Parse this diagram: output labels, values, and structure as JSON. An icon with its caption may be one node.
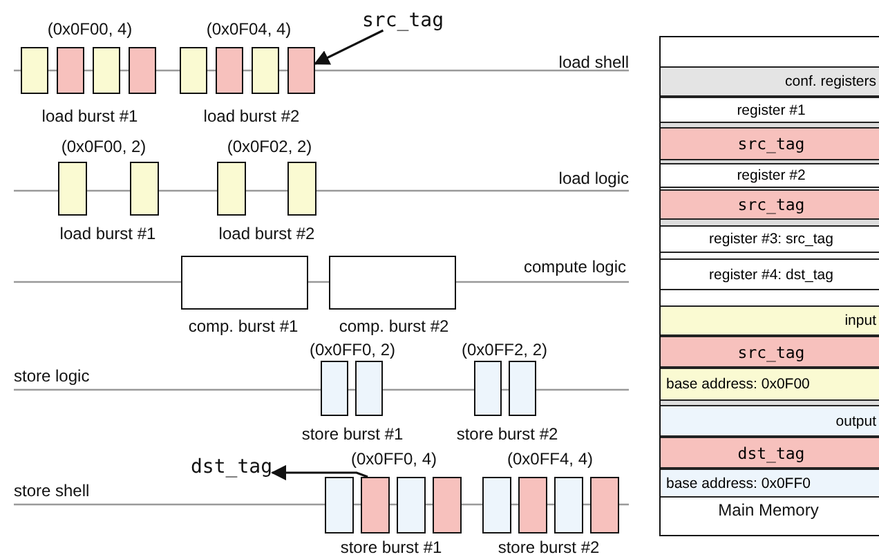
{
  "diagram": {
    "nodes": [
      {
        "text": [
          "src_tag"
        ]
      },
      {
        "text": [],
        "shape": "box"
      },
      {
        "text": [],
        "shape": "box"
      },
      {
        "text": [],
        "shape": "box"
      },
      {
        "text": [],
        "shape": "box"
      },
      {
        "text": [],
        "shape": "box"
      },
      {
        "text": [],
        "shape": "box"
      },
      {
        "text": [],
        "shape": "box"
      },
      {
        "text": [],
        "shape": "box"
      },
      {
        "text": [],
        "shape": "box"
      },
      {
        "text": [],
        "shape": "box"
      },
      {
        "text": [],
        "shape": "box"
      },
      {
        "text": [],
        "shape": "box"
      },
      {
        "text": [],
        "shape": "box"
      },
      {
        "text": [],
        "shape": "box"
      },
      {
        "text": [],
        "shape": "box"
      },
      {
        "text": [],
        "shape": "box"
      },
      {
        "text": [],
        "shape": "box"
      },
      {
        "text": [],
        "shape": "box"
      },
      {
        "text": [
          "dst_tag"
        ]
      },
      {
        "text": [],
        "shape": "box"
      },
      {
        "text": [],
        "shape": "box"
      },
      {
        "text": [],
        "shape": "box"
      },
      {
        "text": [],
        "shape": "box"
      },
      {
        "text": [],
        "shape": "box"
      },
      {
        "text": [],
        "shape": "box"
      },
      {
        "text": [],
        "shape": "box"
      },
      {
        "text": [],
        "shape": "box"
      },
      {
        "text": [
          "Main Memory"
        ]
      },
      {
        "text": [
          "conf. registers"
        ],
        "in": 28
      },
      {
        "text": [
          "register #1"
        ],
        "in": 28
      },
      {
        "text": [
          "src_tag"
        ],
        "in": 28
      },
      {
        "text": [
          "register #2"
        ],
        "in": 28
      },
      {
        "text": [
          "src_tag"
        ],
        "in": 28
      },
      {
        "text": [
          "register #3: src_tag"
        ],
        "in": 28
      },
      {
        "text": [
          "register #4: dst_tag"
        ],
        "in": 28
      },
      {
        "text": [
          "input"
        ],
        "in": 28
      },
      {
        "text": [
          "src_tag"
        ],
        "in": 28
      },
      {
        "text": [
          "base address: 0x0F00"
        ],
        "in": 28
      },
      {
        "text": [
          "output"
        ],
        "in": 28
      },
      {
        "text": [
          "dst_tag"
        ],
        "in": 28
      },
      {
        "text": [
          "base address: 0x0FF0"
        ],
        "in": 28
      }
    ],
    "edges": [
      {
        "from": 0,
        "to": 8,
        "arrow": "to"
      },
      {
        "from": 21,
        "to": 19,
        "arrow": "to"
      }
    ],
    "labels": [
      "(0x0F00, 4)",
      "(0x0F04, 4)",
      "load shell",
      "load burst #1",
      "load burst #2",
      "(0x0F00, 2)",
      "(0x0F02, 2)",
      "load logic",
      "load burst #1",
      "load burst #2",
      "compute logic",
      "comp. burst #1",
      "comp. burst #2",
      "(0x0FF0, 2)",
      "(0x0FF2, 2)",
      "store logic",
      "store burst #1",
      "store burst #2",
      "(0x0FF0, 4)",
      "(0x0FF4, 4)",
      "store shell",
      "store burst #1",
      "store burst #2"
    ]
  }
}
